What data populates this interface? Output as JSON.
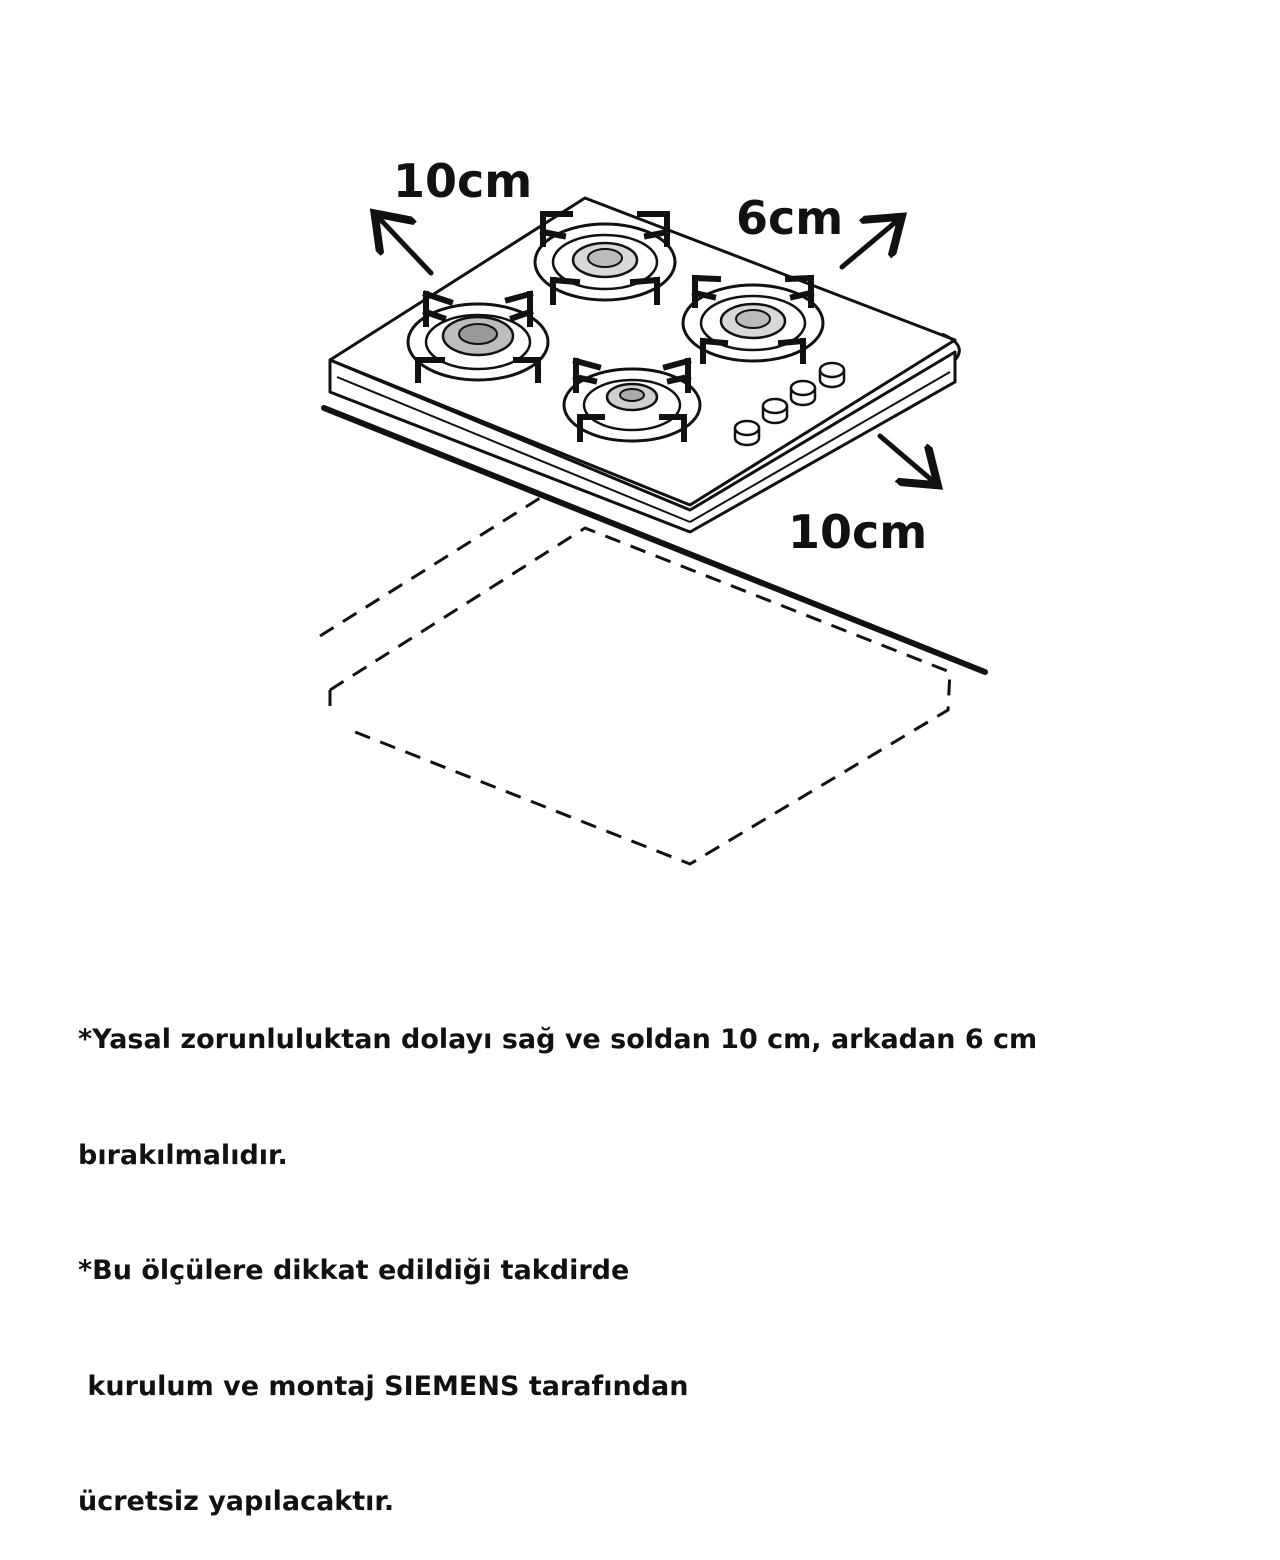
{
  "diagram": {
    "dimensions": {
      "left": "10cm",
      "back": "6cm",
      "right": "10cm"
    },
    "colors": {
      "line": "#111111",
      "background": "#ffffff"
    },
    "icons": [
      "gas-hob-icon",
      "burner-icon",
      "knob-icon",
      "arrow-icon",
      "cutout-outline"
    ]
  },
  "notes": {
    "lines": [
      "*Yasal zorunluluktan dolayı sağ ve soldan 10 cm, arkadan 6 cm",
      "bırakılmalıdır.",
      "*Bu ölçülere dikkat edildiği takdirde",
      " kurulum ve montaj SIEMENS tarafından",
      "ücretsiz yapılacaktır."
    ]
  }
}
